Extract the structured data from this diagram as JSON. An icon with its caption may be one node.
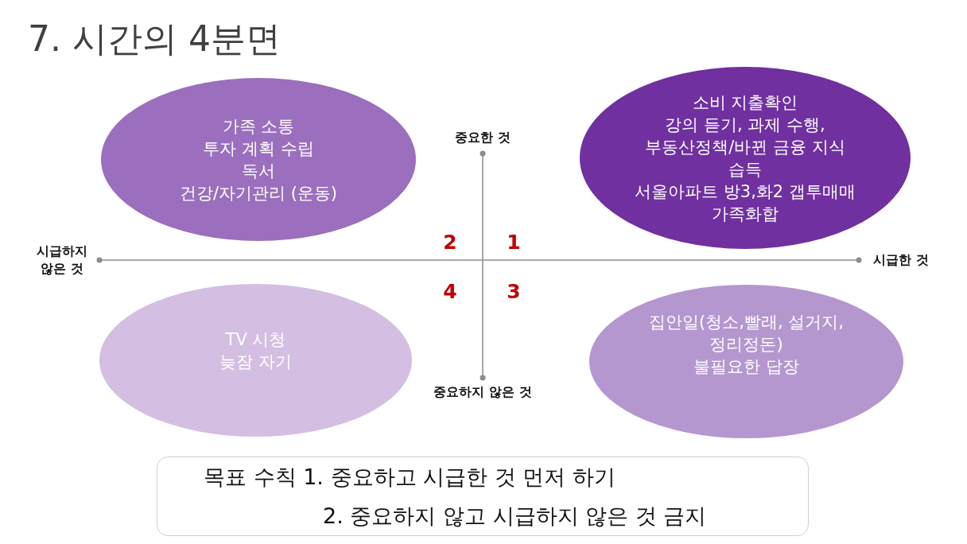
{
  "diagram": {
    "title": "7. 시간의 4분면",
    "nodes": [
      {
        "text": [
          "가족 소통",
          "투자 계획 수립",
          "독서",
          "건강/자기관리 (운동)"
        ]
      },
      {
        "text": [
          "소비 지출확인",
          "강의 듣기, 과제 수행,",
          "부동산정책/바뀐 금융 지식 습득",
          "서울아파트 방3,화2 갭투매매",
          "가족화합"
        ]
      },
      {
        "text": [
          "TV 시청",
          "늦잠 자기"
        ]
      },
      {
        "text": [
          "집안일(청소,빨래, 설거지, 정리정돈)",
          "불필요한 답장"
        ]
      },
      {
        "text": [
          "목표 수칙 1. 중요하고 시급한 것 먼저 하기",
          "2. 중요하지 않고 시급하지 않은 것 금지"
        ]
      }
    ],
    "labels": [
      "중요한 것",
      "시급하지 않은 것",
      "2",
      "1",
      "시급한 것",
      "4",
      "3",
      "중요하지 않은 것"
    ]
  }
}
